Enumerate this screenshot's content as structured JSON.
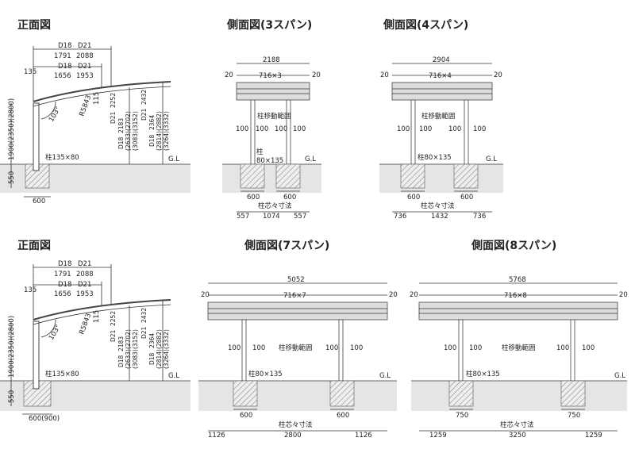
{
  "views": {
    "front_top": {
      "title": "正面図",
      "d_top_a": "D18",
      "d_top_b": "D21",
      "w_top_a": "1791",
      "w_top_b": "2088",
      "d_mid_a": "D18",
      "d_mid_b": "D21",
      "w_mid_a": "1656",
      "w_mid_b": "1953",
      "h135": "135",
      "r": "R5843",
      "a103": "103°",
      "a115": "115",
      "left_h": "1900(2350)(2800)",
      "c550": "550",
      "post": "柱135×80",
      "base": "600",
      "gl": "G.L",
      "v1a": "D21",
      "v1b": "2252",
      "v2a": "D18",
      "v2b": "2183",
      "v3": "(2633)(2702)",
      "v4": "(3083)(3152)",
      "v5a": "D21",
      "v5b": "2432",
      "v6a": "D18",
      "v6b": "2364",
      "v7": "(2814)(2882)",
      "v8": "(3264)(3332)"
    },
    "front_bottom": {
      "title": "正面図",
      "d_top_a": "D18",
      "d_top_b": "D21",
      "w_top_a": "1791",
      "w_top_b": "2088",
      "d_mid_a": "D18",
      "d_mid_b": "D21",
      "w_mid_a": "1656",
      "w_mid_b": "1953",
      "h135": "135",
      "r": "R5843",
      "a103": "103°",
      "a115": "115",
      "left_h": "1900(2350)(2800)",
      "c550": "550",
      "post": "柱135×80",
      "base": "600(900)",
      "gl": "G.L",
      "v1a": "D21",
      "v1b": "2252",
      "v2a": "D18",
      "v2b": "2183",
      "v3": "(2633)(2702)",
      "v4": "(3083)(3152)",
      "v5a": "D21",
      "v5b": "2432",
      "v6a": "D18",
      "v6b": "2364",
      "v7": "(2814)(2882)",
      "v8": "(3264)(3332)"
    },
    "side3": {
      "title": "側面図(3スパン)",
      "total": "2188",
      "edge_l": "20",
      "edge_r": "20",
      "span": "716×3",
      "move": "柱移動範囲",
      "m1": "100",
      "m2": "100",
      "m3": "100",
      "m4": "100",
      "post_a": "柱",
      "post_b": "80×135",
      "gl": "G.L",
      "f1": "600",
      "f2": "600",
      "pitch": "柱芯々寸法",
      "b1": "557",
      "b2": "1074",
      "b3": "557"
    },
    "side4": {
      "title": "側面図(4スパン)",
      "total": "2904",
      "edge_l": "20",
      "edge_r": "20",
      "span": "716×4",
      "move": "柱移動範囲",
      "m1": "100",
      "m2": "100",
      "m3": "100",
      "m4": "100",
      "post": "柱80×135",
      "gl": "G.L",
      "f1": "600",
      "f2": "600",
      "pitch": "柱芯々寸法",
      "b1": "736",
      "b2": "1432",
      "b3": "736"
    },
    "side7": {
      "title": "側面図(7スパン)",
      "total": "5052",
      "edge_l": "20",
      "edge_r": "20",
      "span": "716×7",
      "move": "柱移動範囲",
      "m1": "100",
      "m2": "100",
      "m3": "100",
      "m4": "100",
      "post": "柱80×135",
      "gl": "G.L",
      "f1": "600",
      "f2": "600",
      "pitch": "柱芯々寸法",
      "b1": "1126",
      "b2": "2800",
      "b3": "1126"
    },
    "side8": {
      "title": "側面図(8スパン)",
      "total": "5768",
      "edge_l": "20",
      "edge_r": "20",
      "span": "716×8",
      "move": "柱移動範囲",
      "m1": "100",
      "m2": "100",
      "m3": "100",
      "m4": "100",
      "post": "柱80×135",
      "gl": "G.L",
      "f1": "750",
      "f2": "750",
      "pitch": "柱芯々寸法",
      "b1": "1259",
      "b2": "3250",
      "b3": "1259"
    }
  },
  "colors": {
    "line": "#333333",
    "roof": "#dddddd",
    "ground": "#e5e5e5",
    "hatch": "#888888"
  }
}
